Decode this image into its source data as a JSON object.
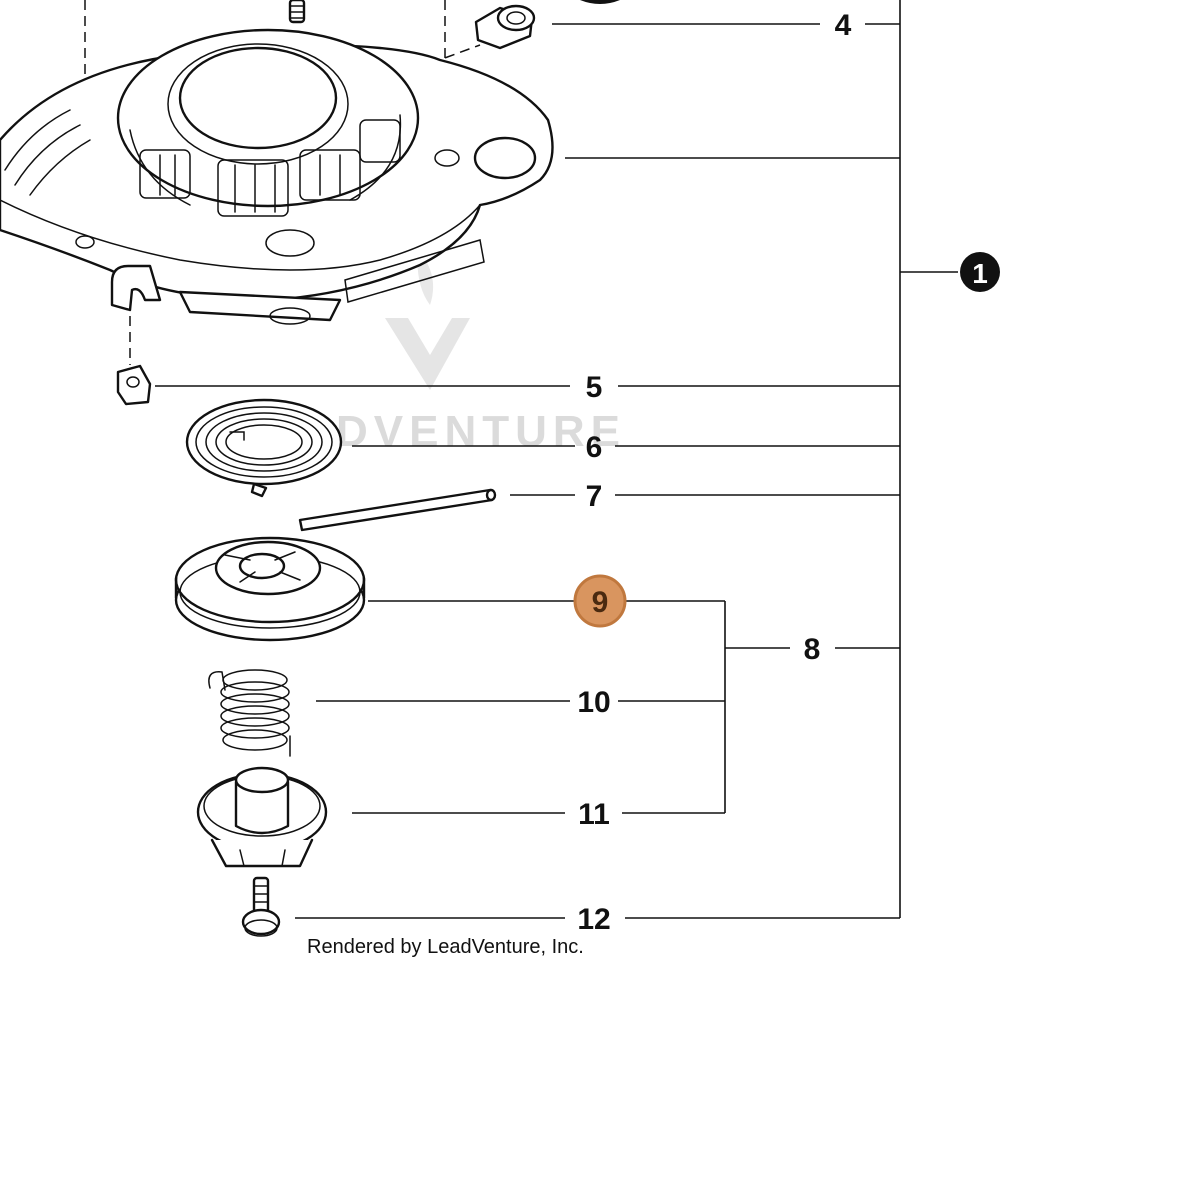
{
  "diagram": {
    "callouts": {
      "c4": "4",
      "c1": "1",
      "c5": "5",
      "c6": "6",
      "c7": "7",
      "c9": "9",
      "c8": "8",
      "c10": "10",
      "c11": "11",
      "c12": "12"
    },
    "highlight_color": "#d9955f",
    "highlight_stroke": "#c0783e",
    "watermark": "LEADVENTURE",
    "credit": "Rendered by LeadVenture, Inc."
  }
}
